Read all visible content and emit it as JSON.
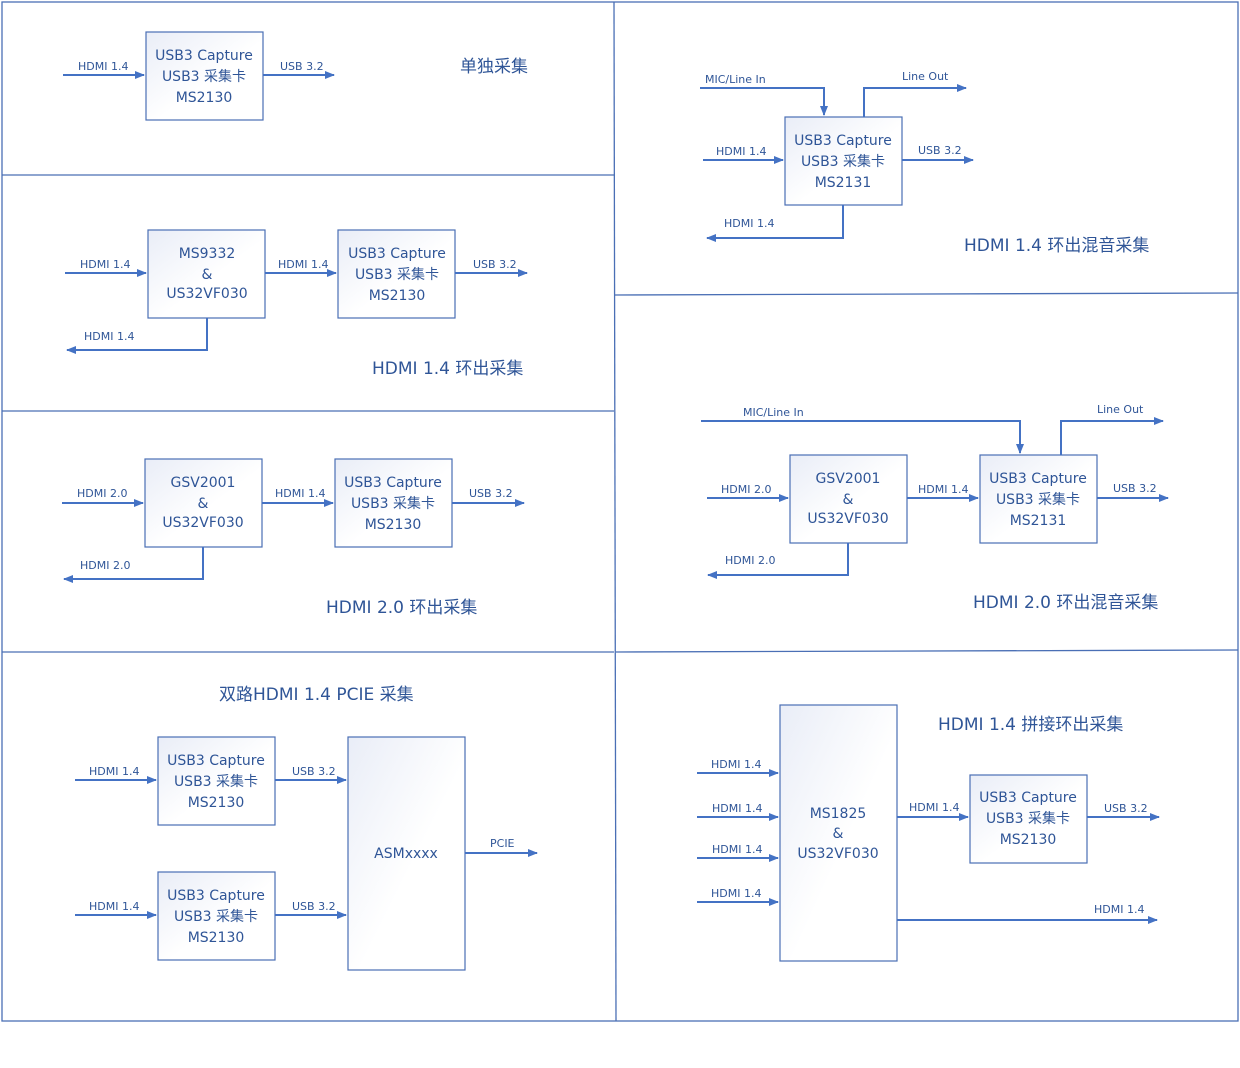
{
  "panels": {
    "p1": {
      "title": "单独采集",
      "box": [
        "USB3 Capture",
        "USB3 采集卡",
        "MS2130"
      ],
      "input": "HDMI 1.4",
      "output": "USB 3.2"
    },
    "p2": {
      "title": "HDMI 1.4 环出采集",
      "box_a": [
        "MS9332",
        "&",
        "US32VF030"
      ],
      "box_b": [
        "USB3 Capture",
        "USB3 采集卡",
        "MS2130"
      ],
      "input": "HDMI 1.4",
      "mid": "HDMI 1.4",
      "output": "USB 3.2",
      "loop": "HDMI 1.4"
    },
    "p3": {
      "title": "HDMI 2.0 环出采集",
      "box_a": [
        "GSV2001",
        "&",
        "US32VF030"
      ],
      "box_b": [
        "USB3 Capture",
        "USB3 采集卡",
        "MS2130"
      ],
      "input": "HDMI 2.0",
      "mid": "HDMI 1.4",
      "output": "USB 3.2",
      "loop": "HDMI 2.0"
    },
    "p4": {
      "title": "双路HDMI 1.4 PCIE 采集",
      "box_a": [
        "USB3 Capture",
        "USB3 采集卡",
        "MS2130"
      ],
      "box_b": [
        "USB3 Capture",
        "USB3 采集卡",
        "MS2130"
      ],
      "box_c": "ASMxxxx",
      "input_a": "HDMI 1.4",
      "input_b": "HDMI 1.4",
      "usb_a": "USB 3.2",
      "usb_b": "USB 3.2",
      "output": "PCIE"
    },
    "p5": {
      "title": "HDMI 1.4 环出混音采集",
      "box": [
        "USB3 Capture",
        "USB3 采集卡",
        "MS2131"
      ],
      "mic": "MIC/Line In",
      "line_out": "Line Out",
      "input": "HDMI 1.4",
      "output": "USB 3.2",
      "loop": "HDMI 1.4"
    },
    "p6": {
      "title": "HDMI 2.0 环出混音采集",
      "box_a": [
        "GSV2001",
        "&",
        "US32VF030"
      ],
      "box_b": [
        "USB3 Capture",
        "USB3 采集卡",
        "MS2131"
      ],
      "mic": "MIC/Line In",
      "line_out": "Line Out",
      "input": "HDMI 2.0",
      "mid": "HDMI 1.4",
      "output": "USB 3.2",
      "loop": "HDMI 2.0"
    },
    "p7": {
      "title": "HDMI 1.4 拼接环出采集",
      "box_a": [
        "MS1825",
        "&",
        "US32VF030"
      ],
      "box_b": [
        "USB3 Capture",
        "USB3 采集卡",
        "MS2130"
      ],
      "inputs": [
        "HDMI 1.4",
        "HDMI 1.4",
        "HDMI 1.4",
        "HDMI 1.4"
      ],
      "mid": "HDMI 1.4",
      "output": "USB 3.2",
      "loop": "HDMI 1.4"
    }
  },
  "colors": {
    "line": "#4472c4",
    "text": "#2f5597",
    "box_border": "#4a6fb5"
  }
}
